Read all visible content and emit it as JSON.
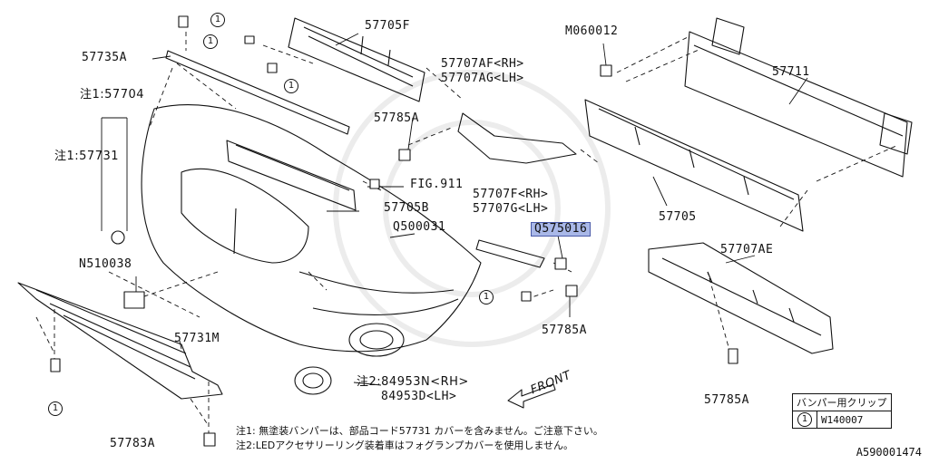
{
  "labels": {
    "p57705F": "57705F",
    "p57735A": "57735A",
    "p57704": "注1:57704",
    "p57731": "注1:57731",
    "pN510038": "N510038",
    "p57731M": "57731M",
    "p57783A": "57783A",
    "p84953N": "注2:84953N<RH>",
    "p84953D": "84953D<LH>",
    "pQ500031": "Q500031",
    "p57705B": "57705B",
    "pFIG911": "FIG.911",
    "p57785A_top": "57785A",
    "p57707AF": "57707AF<RH>",
    "p57707AG": "57707AG<LH>",
    "pM060012": "M060012",
    "p57711": "57711",
    "p57705": "57705",
    "p57707F": "57707F<RH>",
    "p57707G": "57707G<LH>",
    "pQ575016": "Q575016",
    "p57785A_mid": "57785A",
    "p57707AE": "57707AE",
    "p57785A_bot": "57785A",
    "front": "FRONT",
    "circle1": "1"
  },
  "notes": {
    "note1": "注1: 無塗装バンパーは、部品コード57731 カバーを含みません。ご注意下さい。",
    "note2": "注2:LEDアクセサリーリング装着車はフォグランプカバーを使用しません。"
  },
  "legend": {
    "header": "バンパー用クリップ",
    "key": "1",
    "value": "W140007"
  },
  "diagram_ref": "A590001474"
}
